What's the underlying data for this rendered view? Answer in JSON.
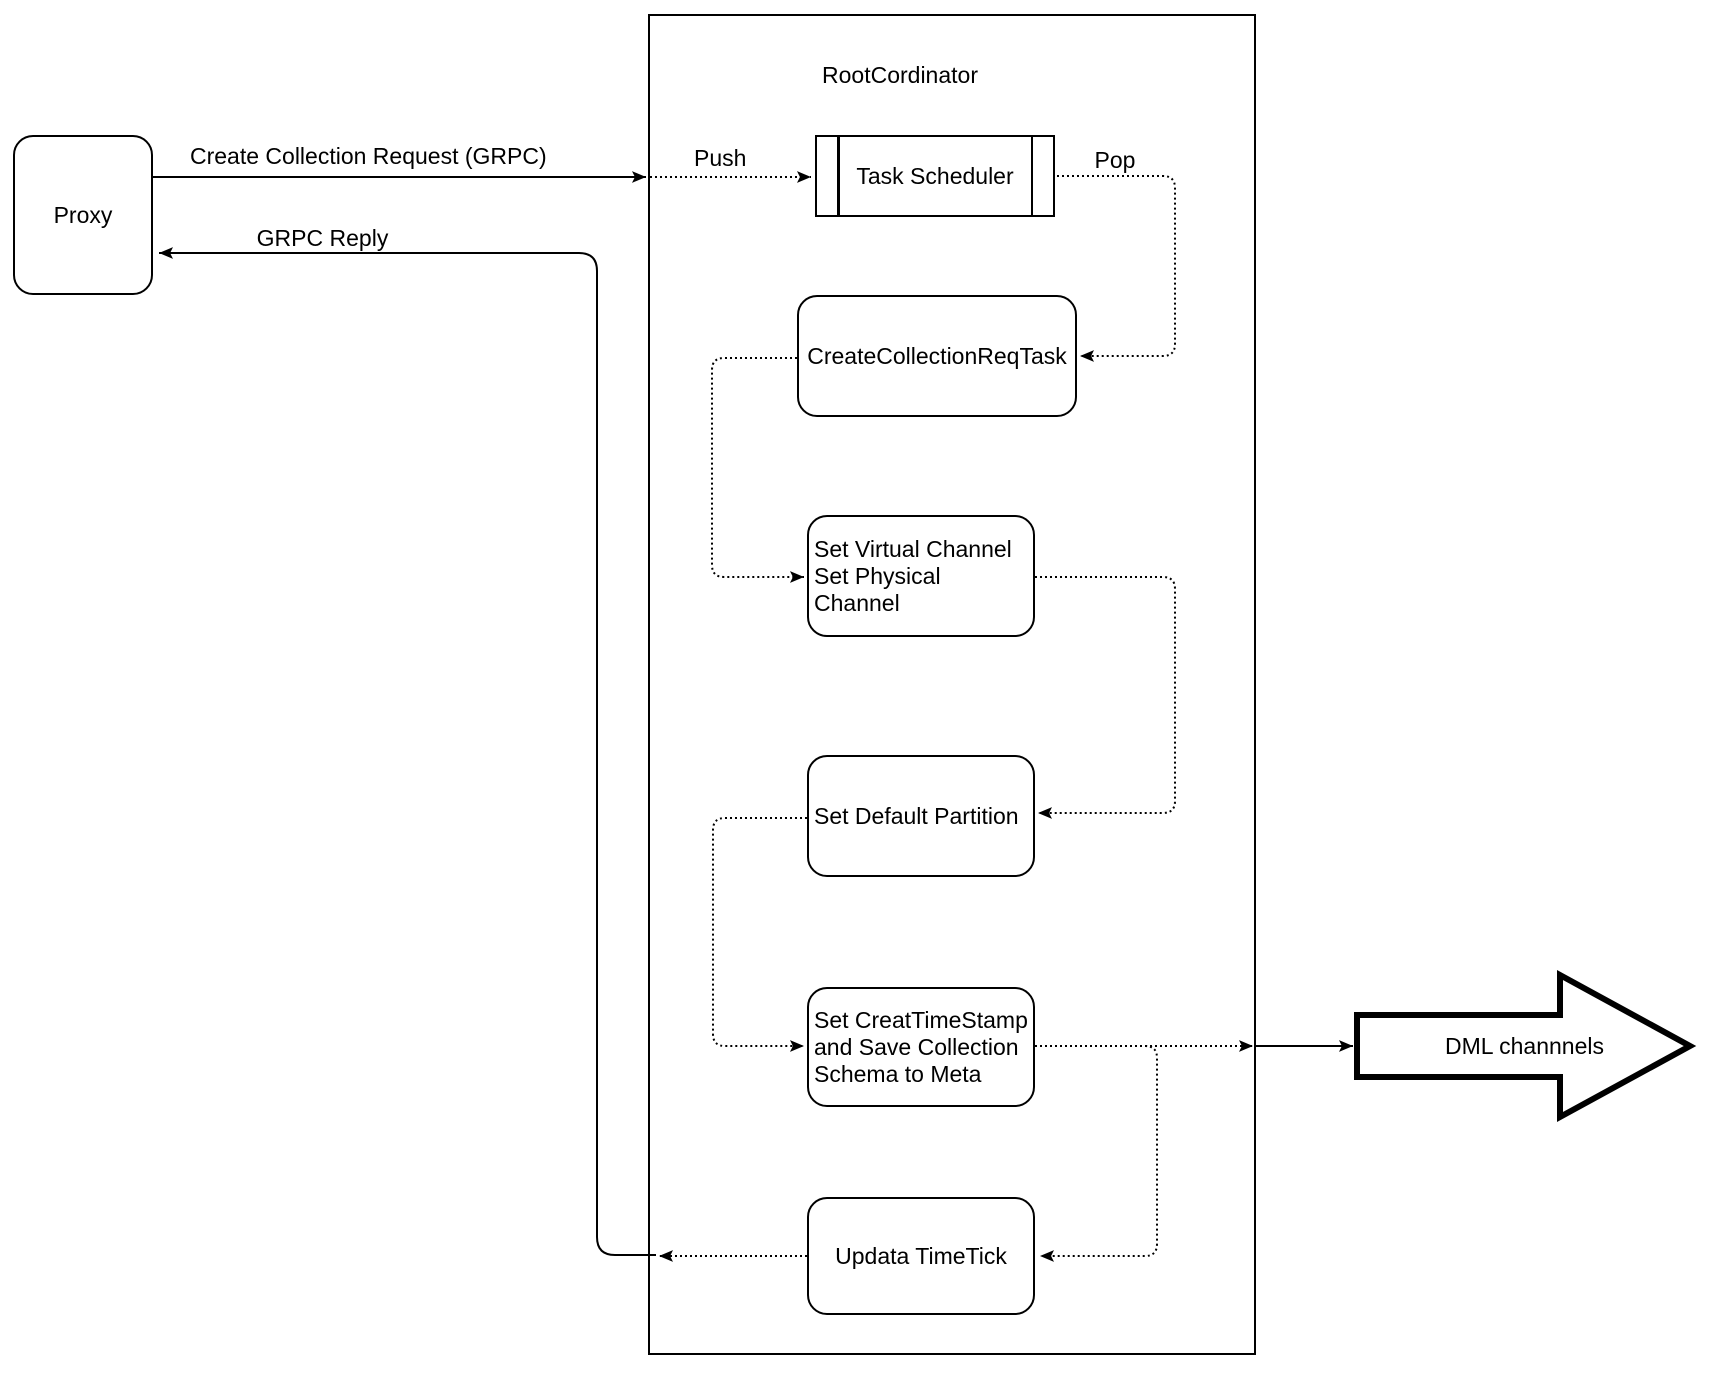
{
  "diagram": {
    "proxy": {
      "label": "Proxy"
    },
    "root_coordinator": {
      "title": "RootCordinator"
    },
    "nodes": {
      "task_scheduler": {
        "label": "Task Scheduler"
      },
      "create_collection_req_task": {
        "label": "CreateCollectionReqTask"
      },
      "set_virtual_channel": {
        "lines": [
          "Set Virtual Channel",
          "Set Physical Channel"
        ]
      },
      "set_default_partition": {
        "label": "Set Default Partition"
      },
      "set_creat_timestamp": {
        "lines": [
          "Set CreatTimeStamp",
          "and Save Collection",
          "Schema to Meta"
        ]
      },
      "updata_timetick": {
        "label": "Updata TimeTick"
      }
    },
    "edge_labels": {
      "create_collection_request": "Create Collection Request (GRPC)",
      "grpc_reply": "GRPC Reply",
      "push": "Push",
      "pop": "Pop"
    },
    "dml_channels": {
      "label": "DML channnels"
    },
    "colors": {
      "stroke": "#000000",
      "background": "#ffffff"
    }
  }
}
